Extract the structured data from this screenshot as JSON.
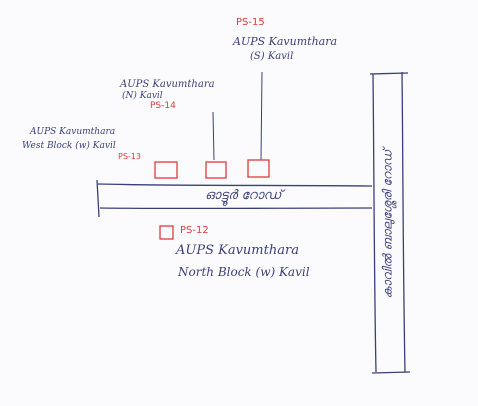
{
  "diagram": {
    "colors": {
      "ink": "#3a3f7a",
      "booth": "#e03a3a",
      "paper": "#fbfbfd"
    },
    "booths": [
      {
        "id": "PS-15",
        "school": "AUPS Kavumthara",
        "block": "(S) Kavil"
      },
      {
        "id": "PS-14",
        "school": "AUPS Kavumthara",
        "block": "(N) Kavil"
      },
      {
        "id": "PS-13",
        "school": "AUPS Kavumthara",
        "block": "West Block (w) Kavil"
      },
      {
        "id": "PS-12",
        "school": "AUPS Kavumthara",
        "block": "North Block (w) Kavil"
      }
    ],
    "roads": {
      "horizontal": "ഓട്ടൂർ റോഡ്",
      "vertical": "കാവിൽ ബാലുശ്ശേരി റോഡ്"
    }
  }
}
